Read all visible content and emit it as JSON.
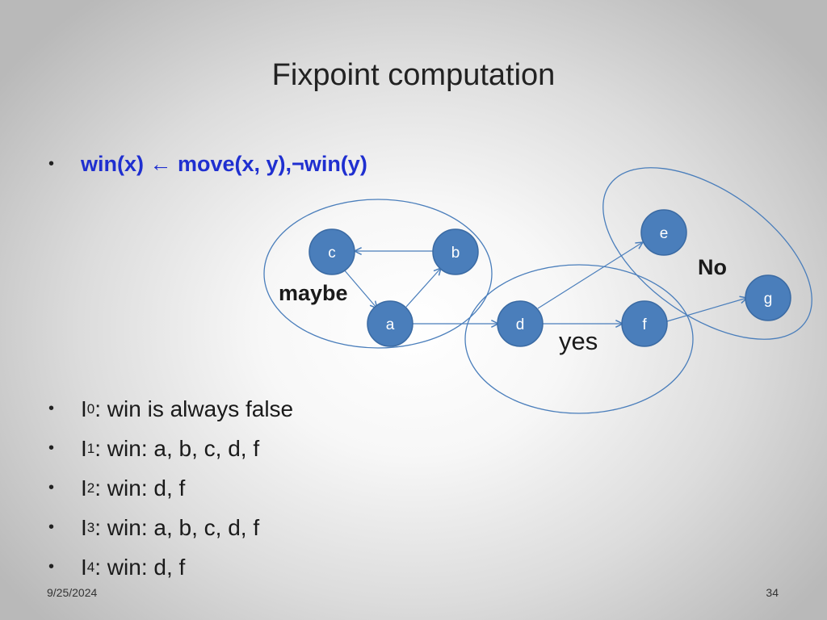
{
  "slide": {
    "title": "Fixpoint computation",
    "rule": "win(x) ←  move(x, y),¬win(y)",
    "iterations": [
      {
        "symbol": "I",
        "index": "0",
        "text": ": win is always false"
      },
      {
        "symbol": "I",
        "index": "1",
        "text": ": win: a, b, c, d, f"
      },
      {
        "symbol": "I",
        "index": "2",
        "text": ": win: d, f"
      },
      {
        "symbol": "I",
        "index": "3",
        "text": ": win: a, b, c, d, f"
      },
      {
        "symbol": "I",
        "index": "4",
        "text": ": win: d, f"
      }
    ],
    "footer": {
      "date": "9/25/2024",
      "page": "34"
    }
  },
  "graph": {
    "nodes": [
      "a",
      "b",
      "c",
      "d",
      "e",
      "f",
      "g"
    ],
    "edges": [
      [
        "b",
        "c"
      ],
      [
        "c",
        "a"
      ],
      [
        "a",
        "b"
      ],
      [
        "a",
        "d"
      ],
      [
        "d",
        "e"
      ],
      [
        "d",
        "f"
      ],
      [
        "f",
        "g"
      ]
    ],
    "regions": {
      "maybe": "maybe",
      "yes": "yes",
      "no": "No"
    },
    "colors": {
      "node_fill": "#4a7ebb",
      "node_stroke": "#3a6aa3",
      "edge": "#4a7ebb",
      "region_stroke": "#4a7ebb",
      "rule_text": "#1f2fd0"
    }
  }
}
